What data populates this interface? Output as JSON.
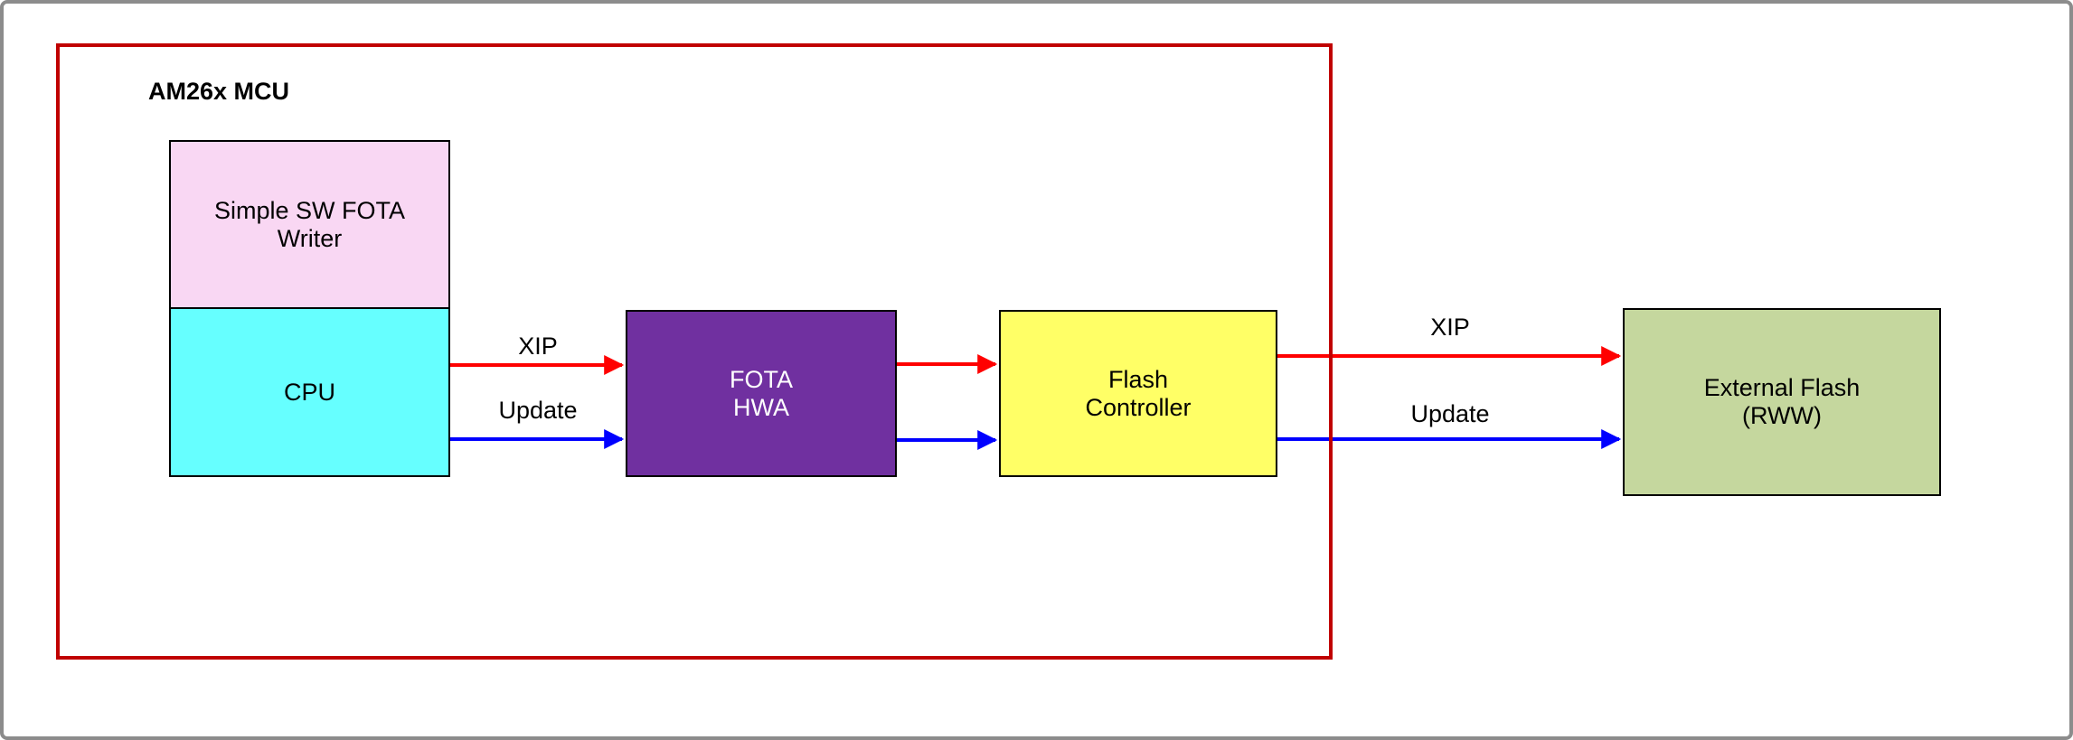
{
  "diagram": {
    "title": "AM26x MCU",
    "blocks": {
      "fota_writer": {
        "label": "Simple SW FOTA\nWriter"
      },
      "cpu": {
        "label": "CPU"
      },
      "fota_hwa": {
        "label": "FOTA\nHWA"
      },
      "flash_controller": {
        "label": "Flash\nController"
      },
      "external_flash": {
        "label": "External Flash\n(RWW)"
      }
    },
    "links": {
      "cpu_to_hwa": {
        "xip_label": "XIP",
        "update_label": "Update"
      },
      "controller_to_external": {
        "xip_label": "XIP",
        "update_label": "Update"
      }
    },
    "colors": {
      "outer_frame": "#8c8c8c",
      "mcu_border": "#c00000",
      "fota_writer_fill": "#f9d7f3",
      "cpu_fill": "#66ffff",
      "fota_hwa_fill": "#7030a0",
      "flash_controller_fill": "#ffff66",
      "external_flash_fill": "#c5d79e",
      "xip_arrow": "#ff0000",
      "update_arrow": "#0000ff",
      "block_border": "#000000"
    }
  }
}
